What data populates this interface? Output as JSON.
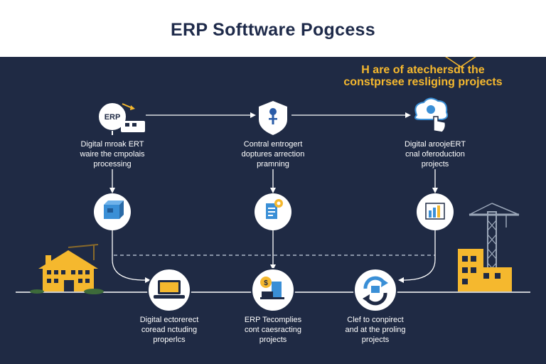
{
  "title": "ERP Softtware Pogcess",
  "callout": {
    "line1": "H are of atechersdt the",
    "line2": "constprsee resliging projects"
  },
  "top_nodes": [
    {
      "lines": [
        "Digital mroak ERT",
        "waire the cmpolais",
        "processing"
      ]
    },
    {
      "lines": [
        "Contral entrogert",
        "doptures arrection",
        "pramning"
      ]
    },
    {
      "lines": [
        "Digital aroojeERT",
        "cnal oferoduction",
        "projects"
      ]
    }
  ],
  "bottom_nodes": [
    {
      "lines": [
        "Digital ectorerect",
        "coread nctuding",
        "properlcs"
      ]
    },
    {
      "lines": [
        "ERP Tecomplies",
        "cont caesracting",
        "projects"
      ]
    },
    {
      "lines": [
        "Clef to conpirect",
        "and at the proling",
        "projects"
      ]
    }
  ],
  "icons": {
    "top": [
      "erp-sign-icon",
      "shield-icon",
      "cloud-click-icon"
    ],
    "middle": [
      "cube-icon",
      "document-gear-icon",
      "bar-chart-icon"
    ],
    "bottom": [
      "laptop-icon",
      "coin-machine-icon",
      "cycle-arrows-icon"
    ]
  },
  "colors": {
    "background": "#1f2a44",
    "accent": "#f5b82e",
    "icon_blue": "#3a8fd6",
    "line": "#ffffff"
  }
}
